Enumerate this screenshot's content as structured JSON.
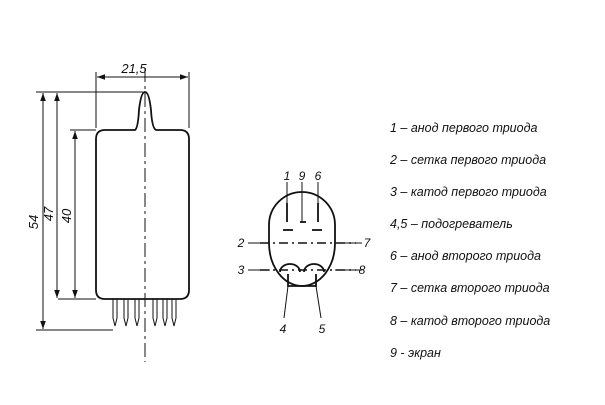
{
  "dimensions": {
    "width": "21,5",
    "height_total": "54",
    "height_with_tip": "47",
    "height_body": "40"
  },
  "pin_labels": {
    "p1": "1",
    "p9": "9",
    "p6": "6",
    "p2": "2",
    "p7": "7",
    "p3": "3",
    "p8": "8",
    "p4": "4",
    "p5": "5"
  },
  "legend": [
    "1 – анод первого триода",
    "2 – сетка первого триода",
    "3 – катод первого триода",
    "4,5 – подогреватель",
    "6 – анод второго триода",
    "7 – сетка второго триода",
    "8 – катод второго триода",
    "9 - экран"
  ]
}
